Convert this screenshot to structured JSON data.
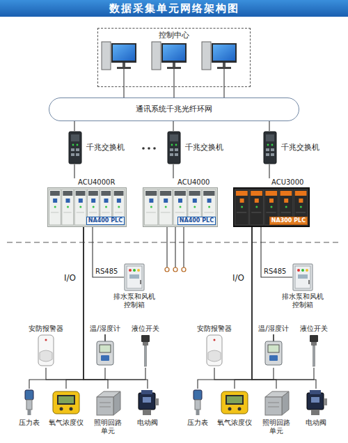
{
  "diagram": {
    "title": "数据采集单元网络架构图",
    "nodes": [
      {
        "text": [
          "控制中心"
        ]
      },
      {
        "text": [
          "通讯系统千兆光纤环网"
        ]
      },
      {
        "text": [
          "千兆交换机"
        ]
      },
      {
        "text": [
          "千兆交换机"
        ]
      },
      {
        "text": [
          "千兆交换机"
        ]
      },
      {
        "text": [
          "ACU4000R",
          "NA400 PLC"
        ]
      },
      {
        "text": [
          "ACU4000",
          "NA400 PLC"
        ]
      },
      {
        "text": [
          "ACU3000",
          "NA300 PLC"
        ]
      },
      {
        "text": [
          "排水泵和风机 控制箱"
        ]
      },
      {
        "text": [
          "安防报警器"
        ]
      },
      {
        "text": [
          "温/湿度计"
        ]
      },
      {
        "text": [
          "液位开关"
        ]
      },
      {
        "text": [
          "压力表"
        ]
      },
      {
        "text": [
          "氧气浓度仪"
        ]
      },
      {
        "text": [
          "照明回路 单元"
        ]
      },
      {
        "text": [
          "电动阀"
        ]
      },
      {
        "text": [
          "排水泵和风机 控制箱"
        ]
      },
      {
        "text": [
          "安防报警器"
        ]
      },
      {
        "text": [
          "温/湿度计"
        ]
      },
      {
        "text": [
          "液位开关"
        ]
      },
      {
        "text": [
          "压力表"
        ]
      },
      {
        "text": [
          "氧气浓度仪"
        ]
      },
      {
        "text": [
          "照明回路 单元"
        ]
      },
      {
        "text": [
          "电动阀"
        ]
      }
    ],
    "edges": [
      {
        "from": 0,
        "to": 1,
        "arrow": "none"
      },
      {
        "from": 0,
        "to": 1,
        "arrow": "none"
      },
      {
        "from": 0,
        "to": 1,
        "arrow": "none"
      },
      {
        "from": 1,
        "to": 2,
        "arrow": "none"
      },
      {
        "from": 1,
        "to": 3,
        "arrow": "none"
      },
      {
        "from": 1,
        "to": 4,
        "arrow": "none"
      },
      {
        "from": 2,
        "to": 5,
        "arrow": "none"
      },
      {
        "from": 3,
        "to": 6,
        "arrow": "none"
      },
      {
        "from": 4,
        "to": 7,
        "arrow": "none"
      },
      {
        "from": 5,
        "to": 8,
        "label": "RS485",
        "arrow": "none"
      },
      {
        "from": 5,
        "to": 9,
        "arrow": "none"
      },
      {
        "from": 5,
        "to": 10,
        "arrow": "none"
      },
      {
        "from": 5,
        "to": 11,
        "arrow": "none"
      },
      {
        "from": 5,
        "to": 12,
        "arrow": "none"
      },
      {
        "from": 5,
        "to": 13,
        "arrow": "none"
      },
      {
        "from": 5,
        "to": 14,
        "arrow": "none"
      },
      {
        "from": 5,
        "to": 15,
        "arrow": "none"
      },
      {
        "from": 7,
        "to": 16,
        "label": "RS485",
        "arrow": "none"
      },
      {
        "from": 7,
        "to": 17,
        "arrow": "none"
      },
      {
        "from": 7,
        "to": 18,
        "arrow": "none"
      },
      {
        "from": 7,
        "to": 19,
        "arrow": "none"
      },
      {
        "from": 7,
        "to": 20,
        "arrow": "none"
      },
      {
        "from": 7,
        "to": 21,
        "arrow": "none"
      },
      {
        "from": 7,
        "to": 22,
        "arrow": "none"
      },
      {
        "from": 7,
        "to": 23,
        "arrow": "none"
      }
    ],
    "labels": [
      "I/O",
      "I/O"
    ]
  }
}
